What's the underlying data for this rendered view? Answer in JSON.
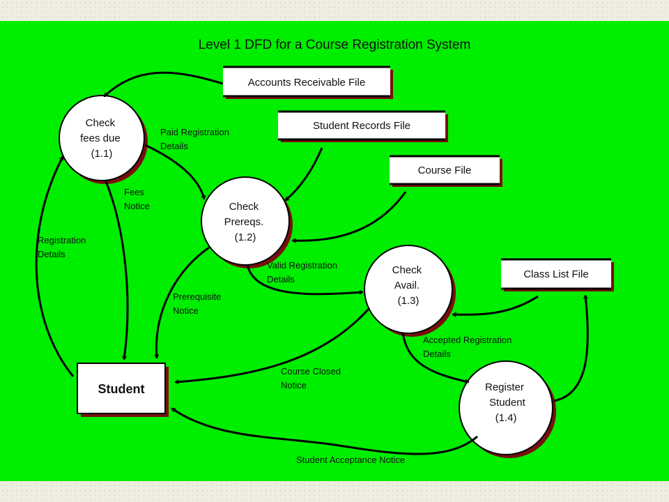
{
  "title": "Level 1 DFD for a Course Registration System",
  "colors": {
    "background": "#00ee00",
    "box": "#ffffff",
    "shadow": "#7a0e0e",
    "line": "#000000"
  },
  "processes": [
    {
      "id": "p1",
      "lines": [
        "Check",
        "fees due",
        "(1.1)"
      ]
    },
    {
      "id": "p2",
      "lines": [
        "Check",
        "Prereqs.",
        "(1.2)"
      ]
    },
    {
      "id": "p3",
      "lines": [
        "Check",
        "Avail.",
        "(1.3)"
      ]
    },
    {
      "id": "p4",
      "lines": [
        "Register",
        "Student",
        "(1.4)"
      ]
    }
  ],
  "data_stores": [
    {
      "id": "ar",
      "label": "Accounts Receivable File"
    },
    {
      "id": "sr",
      "label": "Student Records File"
    },
    {
      "id": "cf",
      "label": "Course File"
    },
    {
      "id": "cl",
      "label": "Class List File"
    }
  ],
  "entity": {
    "label": "Student"
  },
  "flows": [
    {
      "id": "f1",
      "lines": [
        "Paid Registration",
        "Details"
      ]
    },
    {
      "id": "f2",
      "lines": [
        "Fees",
        "Notice"
      ]
    },
    {
      "id": "f3",
      "lines": [
        "Registration",
        "Details"
      ]
    },
    {
      "id": "f4",
      "lines": [
        "Prerequisite",
        "Notice"
      ]
    },
    {
      "id": "f5",
      "lines": [
        "Valid Registration",
        "Details"
      ]
    },
    {
      "id": "f6",
      "lines": [
        "Accepted Registration",
        "Details"
      ]
    },
    {
      "id": "f7",
      "lines": [
        "Course Closed",
        "Notice"
      ]
    },
    {
      "id": "f8",
      "lines": [
        "Student Acceptance Notice"
      ]
    }
  ]
}
